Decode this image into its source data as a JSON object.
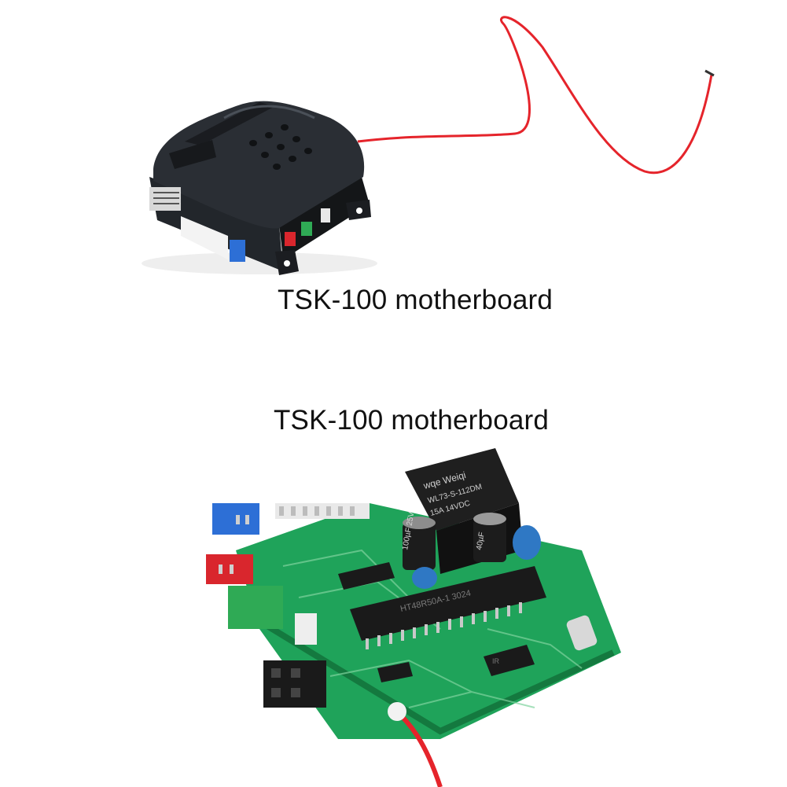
{
  "captions": {
    "top": "TSK-100 motherboard",
    "bottom": "TSK-100 motherboard"
  },
  "labels": {
    "relay_brand": "wqe Weiqi",
    "relay_model": "WL73-S-112DM",
    "relay_rating": "15A 14VDC",
    "capacitor_big": "100µF 25V",
    "capacitor_small": "40µF",
    "chip_main": "HT48R50A-1 3024",
    "chip_small": "IR"
  },
  "colors": {
    "wire": "#e5242b",
    "pcb": "#1fa35a",
    "housing": "#1c1f24",
    "connector_blue": "#2d6fd6",
    "connector_red": "#d9262d",
    "connector_green": "#2faa55"
  }
}
